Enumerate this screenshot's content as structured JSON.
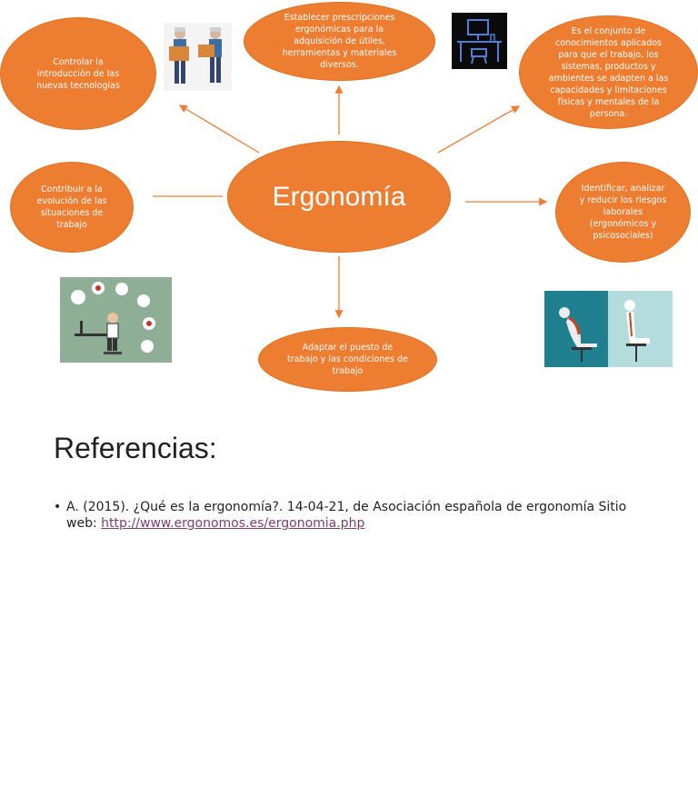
{
  "diagram": {
    "center": "Ergonomía",
    "nodes": {
      "top_left": "Controlar la introducción de las nuevas tecnologías",
      "top_center": "Establecer prescripciones ergonómicas para la adquisición de útiles, herramientas y materiales diversos.",
      "top_right": "Es el conjunto de conocimientos aplicados para que el trabajo, los sistemas, productos y ambientes se adapten a las capacidades y limitaciones físicas y mentales de la persona.",
      "mid_left": "Contribuir a la evolución de las situaciones de trabajo",
      "mid_right": "Identificar, analizar y reducir los riesgos laborales (ergonómicos y psicosociales)",
      "bottom_center": "Adaptar el puesto de trabajo y las condiciones de trabajo"
    },
    "colors": {
      "node_fill": "#ED7D31",
      "arrow": "#ED7D31",
      "text": "#FFFFFF"
    },
    "images": [
      "workers-carrying-boxes-image",
      "desk-workstation-icon",
      "office-health-illustration",
      "posture-comparison-image"
    ]
  },
  "references": {
    "title": "Referencias:",
    "items": [
      {
        "text": "A. (2015). ¿Qué es la ergonomía?. 14-04-21, de Asociación española de ergonomía Sitio web: ",
        "link": "http://www.ergonomos.es/ergonomia.php"
      }
    ]
  }
}
